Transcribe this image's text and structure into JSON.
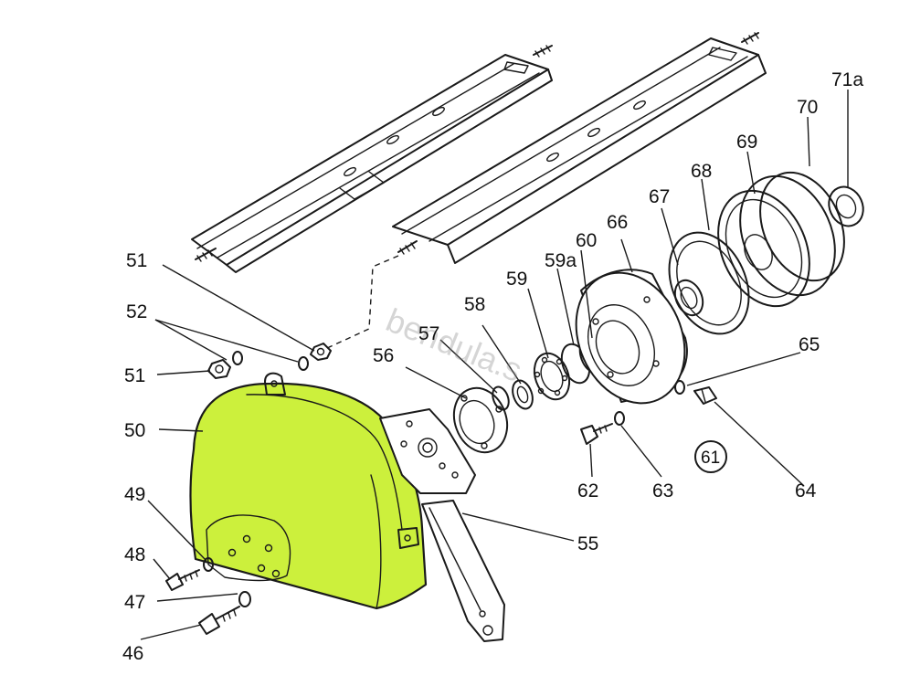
{
  "watermark": "bendula.s",
  "colors": {
    "highlight": "#ccf03c",
    "ink": "#1a1a1a",
    "background": "#ffffff"
  },
  "labels": [
    {
      "id": "46",
      "text": "46"
    },
    {
      "id": "47",
      "text": "47"
    },
    {
      "id": "48",
      "text": "48"
    },
    {
      "id": "49",
      "text": "49"
    },
    {
      "id": "50",
      "text": "50"
    },
    {
      "id": "51a",
      "text": "51"
    },
    {
      "id": "51b",
      "text": "51"
    },
    {
      "id": "52",
      "text": "52"
    },
    {
      "id": "55",
      "text": "55"
    },
    {
      "id": "56",
      "text": "56"
    },
    {
      "id": "57",
      "text": "57"
    },
    {
      "id": "58",
      "text": "58"
    },
    {
      "id": "59",
      "text": "59"
    },
    {
      "id": "59a",
      "text": "59a"
    },
    {
      "id": "60",
      "text": "60"
    },
    {
      "id": "61",
      "text": "61"
    },
    {
      "id": "62",
      "text": "62"
    },
    {
      "id": "63",
      "text": "63"
    },
    {
      "id": "64",
      "text": "64"
    },
    {
      "id": "65",
      "text": "65"
    },
    {
      "id": "66",
      "text": "66"
    },
    {
      "id": "67",
      "text": "67"
    },
    {
      "id": "68",
      "text": "68"
    },
    {
      "id": "69",
      "text": "69"
    },
    {
      "id": "70",
      "text": "70"
    },
    {
      "id": "71a",
      "text": "71a"
    }
  ]
}
